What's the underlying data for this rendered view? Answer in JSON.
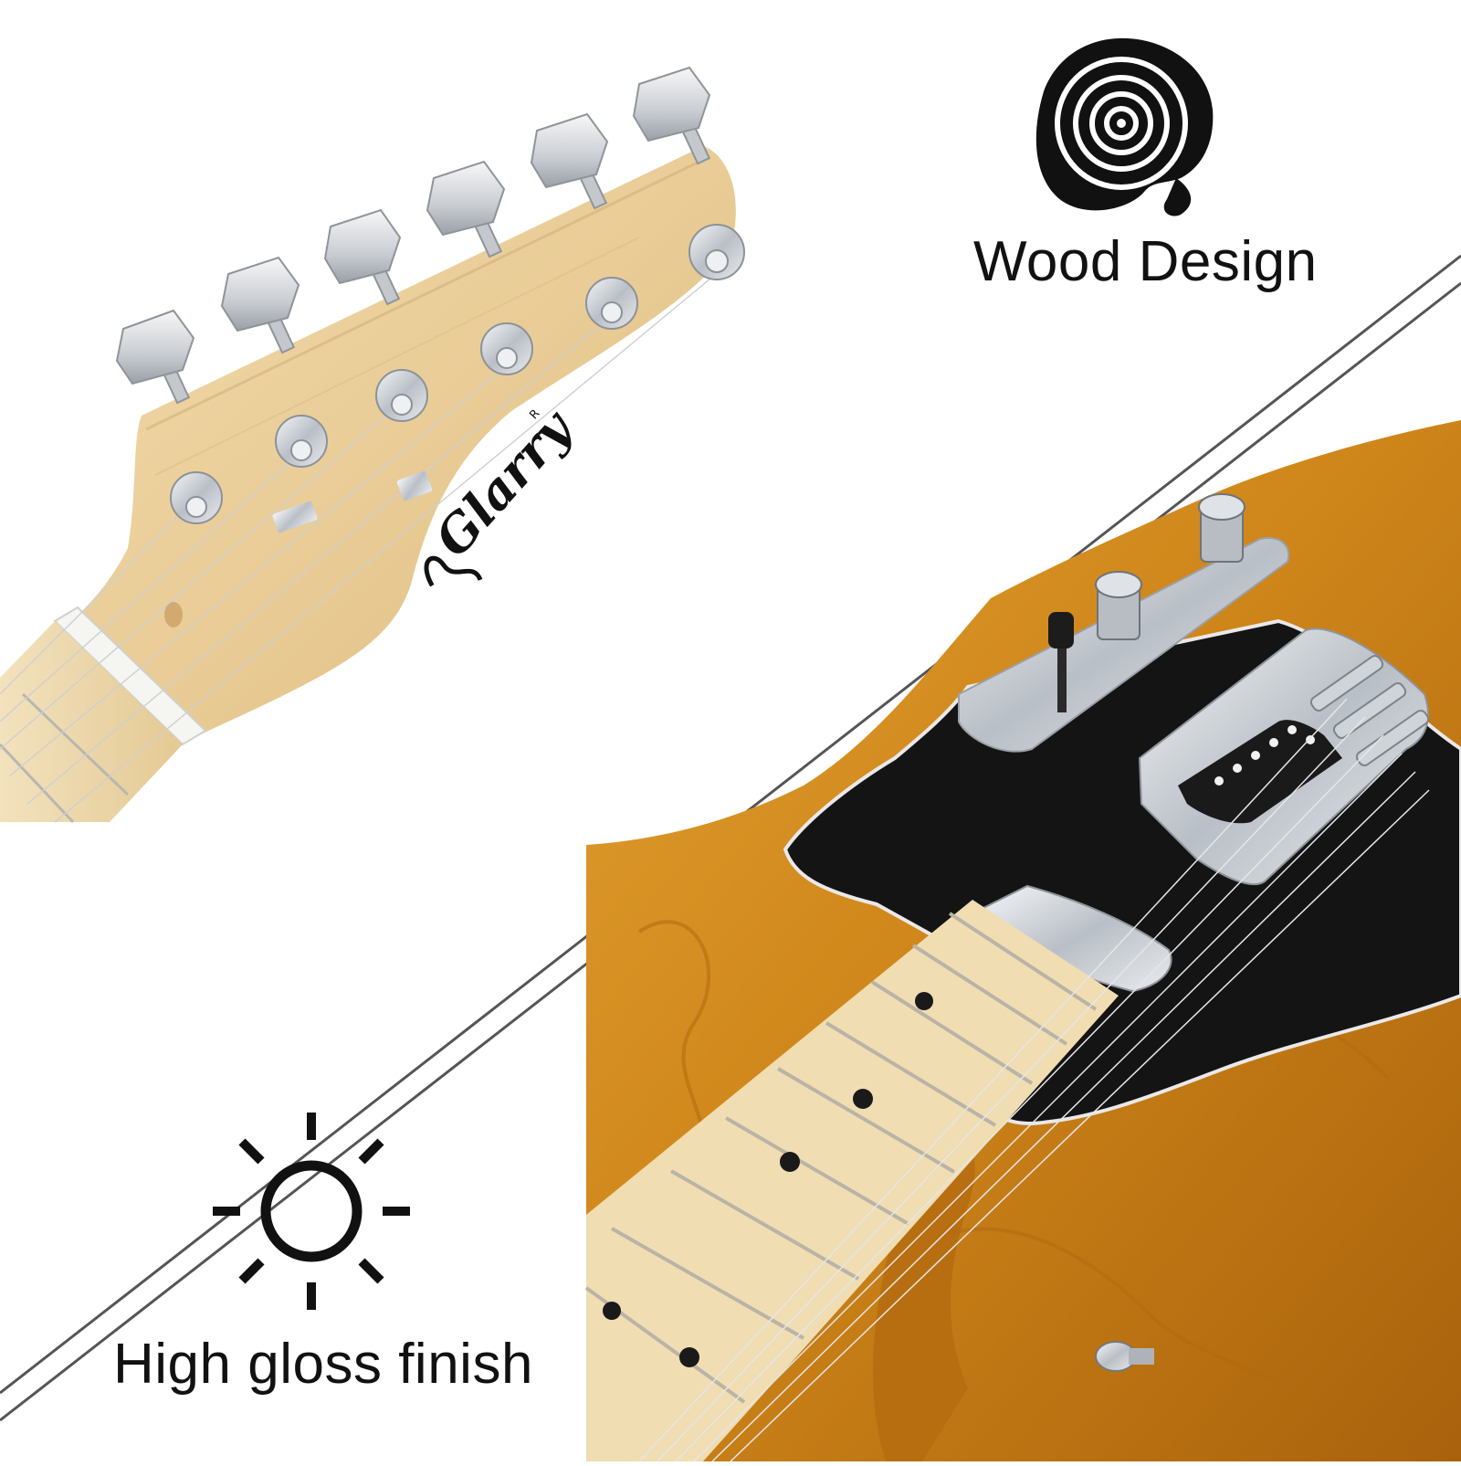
{
  "features": {
    "wood_label": "Wood Design",
    "gloss_label": "High gloss finish"
  },
  "brand": {
    "headstock_logo_text": "Glarry",
    "registered_mark": "R"
  },
  "icons": {
    "wood": "tree-rings-icon",
    "gloss": "sun-icon"
  },
  "colors": {
    "background": "#ffffff",
    "text": "#111111",
    "divider": "#555555",
    "maple": "#ecd3a3",
    "body_finish": "#d28a1f",
    "pickguard": "#141414",
    "chrome": "#d9dde1"
  }
}
